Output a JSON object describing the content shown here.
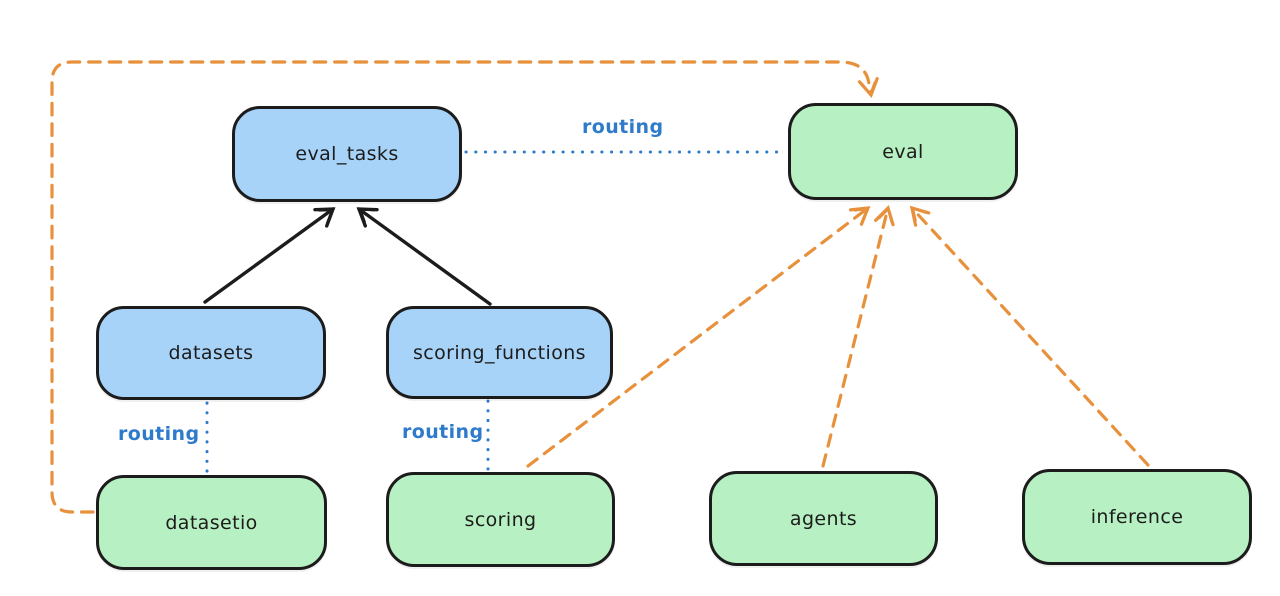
{
  "diagram": {
    "kind": "architecture-diagram",
    "style": "hand-drawn-excalidraw",
    "nodes": {
      "eval_tasks": {
        "label": "eval_tasks",
        "color": "blue"
      },
      "datasets": {
        "label": "datasets",
        "color": "blue"
      },
      "scoring_functions": {
        "label": "scoring_functions",
        "color": "blue"
      },
      "eval": {
        "label": "eval",
        "color": "green"
      },
      "datasetio": {
        "label": "datasetio",
        "color": "green"
      },
      "scoring": {
        "label": "scoring",
        "color": "green"
      },
      "agents": {
        "label": "agents",
        "color": "green"
      },
      "inference": {
        "label": "inference",
        "color": "green"
      }
    },
    "edge_labels": {
      "routing_eval": "routing",
      "routing_datasetio": "routing",
      "routing_scoring": "routing"
    },
    "connections": [
      {
        "from": "datasets",
        "to": "eval_tasks",
        "style": "solid-black-arrow"
      },
      {
        "from": "scoring_functions",
        "to": "eval_tasks",
        "style": "solid-black-arrow"
      },
      {
        "from": "eval_tasks",
        "to": "eval",
        "style": "dotted-blue",
        "label": "routing"
      },
      {
        "from": "datasets",
        "to": "datasetio",
        "style": "dotted-blue",
        "label": "routing"
      },
      {
        "from": "scoring_functions",
        "to": "scoring",
        "style": "dotted-blue",
        "label": "routing"
      },
      {
        "from": "datasetio",
        "to": "eval",
        "style": "dashed-orange-arrow",
        "route": "around-left-and-top"
      },
      {
        "from": "scoring",
        "to": "eval",
        "style": "dashed-orange-arrow"
      },
      {
        "from": "agents",
        "to": "eval",
        "style": "dashed-orange-arrow"
      },
      {
        "from": "inference",
        "to": "eval",
        "style": "dashed-orange-arrow"
      }
    ],
    "colors": {
      "background": "#ffffff",
      "blue_fill": "#a7d3f8",
      "green_fill": "#b7f0c2",
      "node_border": "#1c1c1c",
      "black_arrow": "#1c1c1c",
      "routing_blue": "#2f7bcb",
      "orange": "#e8913c"
    }
  }
}
